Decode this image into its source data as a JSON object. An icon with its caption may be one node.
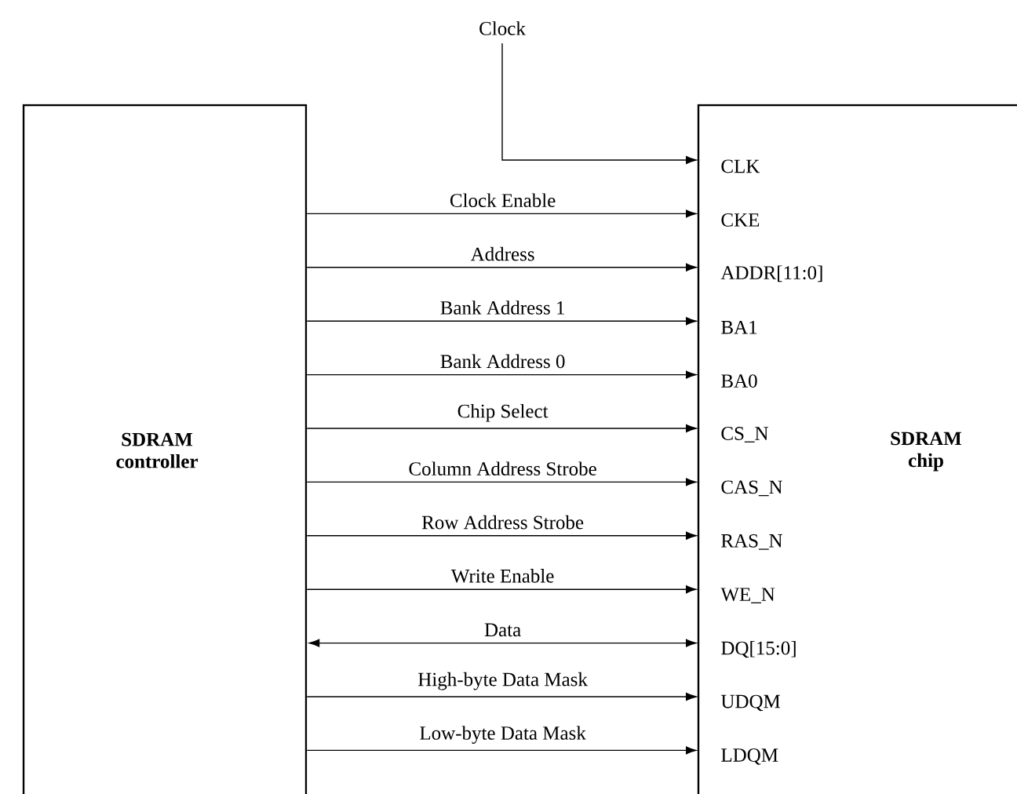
{
  "diagram": {
    "nodes": [
      {
        "text": [
          "SDRAM controller"
        ]
      },
      {
        "text": [
          "SDRAM chip"
        ]
      },
      {
        "text": [
          "Clock"
        ]
      },
      {
        "text": [
          "CLK"
        ],
        "in": 1
      },
      {
        "text": [
          "CKE"
        ],
        "in": 1
      },
      {
        "text": [
          "ADDR[11:0]"
        ],
        "in": 1
      },
      {
        "text": [
          "BA1"
        ],
        "in": 1
      },
      {
        "text": [
          "BA0"
        ],
        "in": 1
      },
      {
        "text": [
          "CS_N"
        ],
        "in": 1
      },
      {
        "text": [
          "CAS_N"
        ],
        "in": 1
      },
      {
        "text": [
          "RAS_N"
        ],
        "in": 1
      },
      {
        "text": [
          "WE_N"
        ],
        "in": 1
      },
      {
        "text": [
          "DQ[15:0]"
        ],
        "in": 1
      },
      {
        "text": [
          "UDQM"
        ],
        "in": 1
      },
      {
        "text": [
          "LDQM"
        ],
        "in": 1
      }
    ],
    "edges": [
      {
        "from": 2,
        "to": 3,
        "arrow": "to"
      },
      {
        "from": 0,
        "to": 4,
        "arrow": "to",
        "label": "Clock Enable"
      },
      {
        "from": 0,
        "to": 5,
        "arrow": "to",
        "label": "Address"
      },
      {
        "from": 0,
        "to": 6,
        "arrow": "to",
        "label": "Bank Address 1"
      },
      {
        "from": 0,
        "to": 7,
        "arrow": "to",
        "label": "Bank Address 0"
      },
      {
        "from": 0,
        "to": 8,
        "arrow": "to",
        "label": "Chip Select"
      },
      {
        "from": 0,
        "to": 9,
        "arrow": "to",
        "label": "Column Address Strobe"
      },
      {
        "from": 0,
        "to": 10,
        "arrow": "to",
        "label": "Row Address Strobe"
      },
      {
        "from": 0,
        "to": 11,
        "arrow": "to",
        "label": "Write Enable"
      },
      {
        "from": 0,
        "to": 12,
        "arrow": "both",
        "label": "Data"
      },
      {
        "from": 0,
        "to": 13,
        "arrow": "to",
        "label": "High-byte Data Mask"
      },
      {
        "from": 0,
        "to": 14,
        "arrow": "to",
        "label": "Low-byte Data Mask"
      }
    ]
  }
}
